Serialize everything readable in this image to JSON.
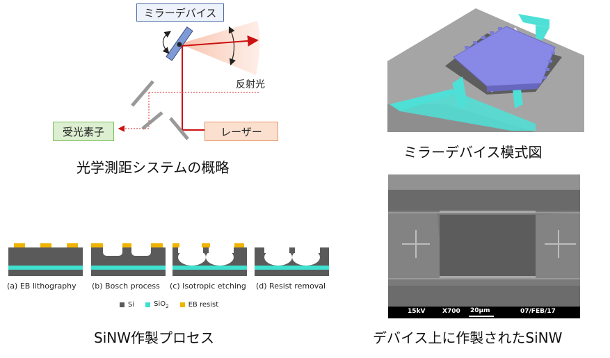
{
  "optical_system": {
    "mirror_device_label": "ミラーデバイス",
    "reflected_light_label": "反射光",
    "receiver_label": "受光素子",
    "laser_label": "レーザー",
    "caption": "光学測距システムの概略",
    "colors": {
      "laser": "#cc1111",
      "receiver_fill": "#dcefd0",
      "laser_fill": "#fbe0cf",
      "mirror_fill": "#dfe6f3"
    }
  },
  "mirror_model": {
    "caption": "ミラーデバイス模式図"
  },
  "process": {
    "steps": [
      "(a) EB lithography",
      "(b) Bosch process",
      "(c) Isotropic etching",
      "(d) Resist removal"
    ],
    "legend": [
      {
        "name": "Si",
        "color": "#5a5a5a"
      },
      {
        "name": "SiO",
        "sub": "2",
        "color": "#40e0d0"
      },
      {
        "name": "EB resist",
        "color": "#f0b400"
      }
    ],
    "caption": "SiNW作製プロセス"
  },
  "sem": {
    "bar": {
      "voltage": "15kV",
      "magnification": "X700",
      "scale": "20μm",
      "date": "07/FEB/17"
    },
    "caption": "デバイス上に作製されたSiNW"
  }
}
